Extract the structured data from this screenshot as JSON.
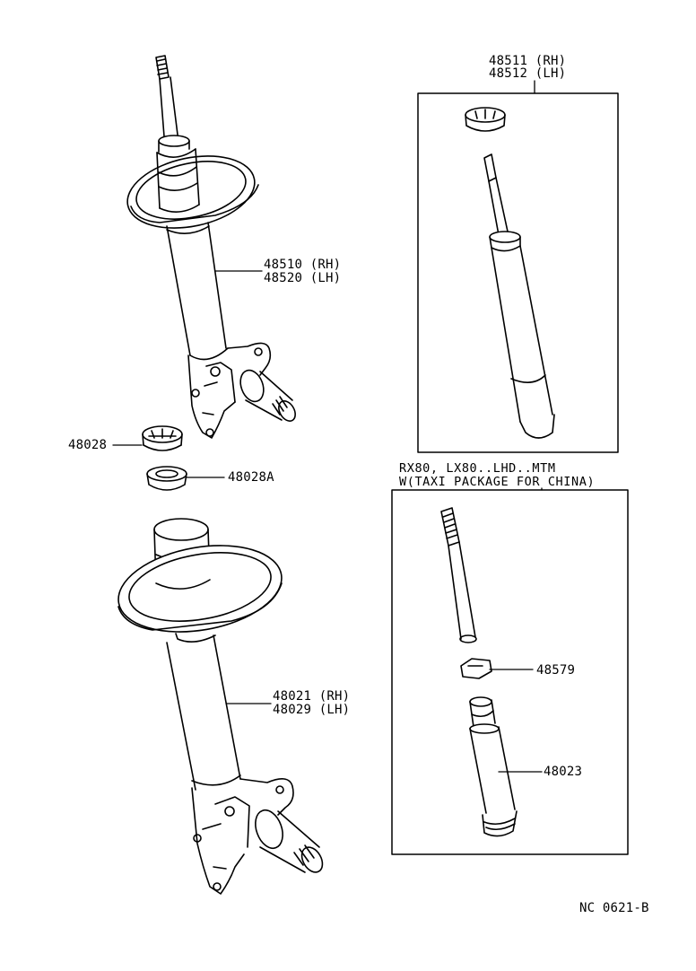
{
  "labels": {
    "upper_strut_rh": "48510 (RH)",
    "upper_strut_lh": "48520 (LH)",
    "upper_cartridge_rh": "48511 (RH)",
    "upper_cartridge_lh": "48512 (LH)",
    "upper_nut": "48028",
    "upper_cup": "48028A",
    "condition_line1": "RX80, LX80..LHD..MTM",
    "condition_line2": "W(TAXI PACKAGE FOR CHINA)",
    "lower_strut_rh": "48021 (RH)",
    "lower_strut_lh": "48029 (LH)",
    "ring_nut": "48579",
    "lower_cartridge": "48023",
    "figure_code": "NC 0621-B"
  },
  "colors": {
    "line": "#000000",
    "background": "#ffffff"
  }
}
